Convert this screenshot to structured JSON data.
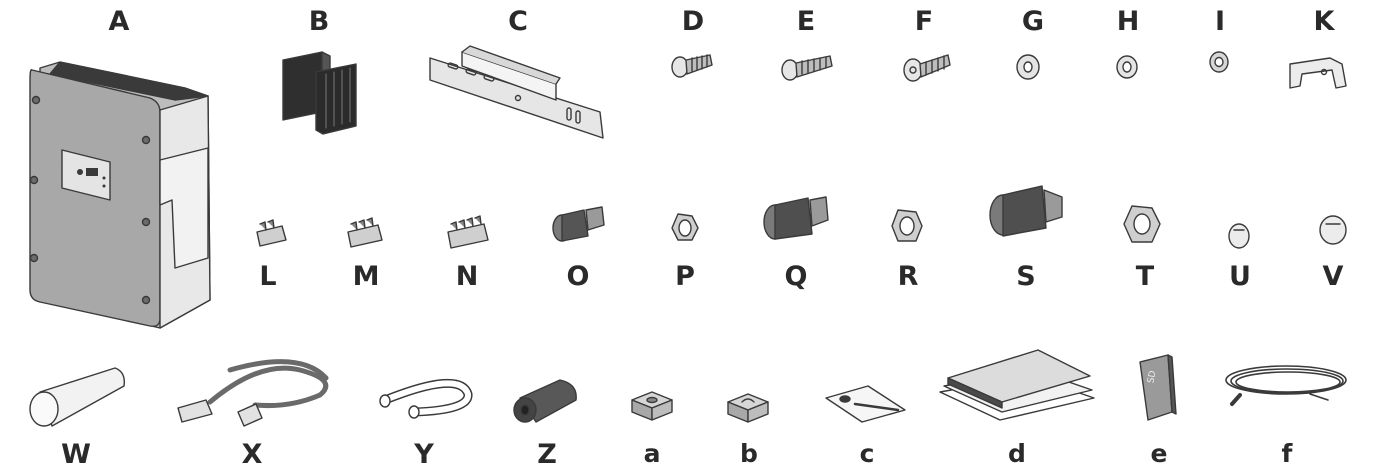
{
  "diagram": {
    "items": [
      {
        "key": "A",
        "label": "A"
      },
      {
        "key": "B",
        "label": "B"
      },
      {
        "key": "C",
        "label": "C"
      },
      {
        "key": "D",
        "label": "D"
      },
      {
        "key": "E",
        "label": "E"
      },
      {
        "key": "F",
        "label": "F"
      },
      {
        "key": "G",
        "label": "G"
      },
      {
        "key": "H",
        "label": "H"
      },
      {
        "key": "I",
        "label": "I"
      },
      {
        "key": "K",
        "label": "K"
      },
      {
        "key": "L",
        "label": "L"
      },
      {
        "key": "M",
        "label": "M"
      },
      {
        "key": "N",
        "label": "N"
      },
      {
        "key": "O",
        "label": "O"
      },
      {
        "key": "P",
        "label": "P"
      },
      {
        "key": "Q",
        "label": "Q"
      },
      {
        "key": "R",
        "label": "R"
      },
      {
        "key": "S",
        "label": "S"
      },
      {
        "key": "T",
        "label": "T"
      },
      {
        "key": "U",
        "label": "U"
      },
      {
        "key": "V",
        "label": "V"
      },
      {
        "key": "W",
        "label": "W"
      },
      {
        "key": "X",
        "label": "X"
      },
      {
        "key": "Y",
        "label": "Y"
      },
      {
        "key": "Z",
        "label": "Z"
      },
      {
        "key": "a",
        "label": "a"
      },
      {
        "key": "b",
        "label": "b"
      },
      {
        "key": "c",
        "label": "c"
      },
      {
        "key": "d",
        "label": "d"
      },
      {
        "key": "e",
        "label": "e"
      },
      {
        "key": "f",
        "label": "f"
      }
    ],
    "sd_card_text": "SD",
    "colors": {
      "line": "#3a3a3a",
      "dark": "#2b2b2b",
      "mid": "#8c8c8c",
      "light": "#dcdcdc",
      "housing": "#a8a8a8"
    }
  }
}
